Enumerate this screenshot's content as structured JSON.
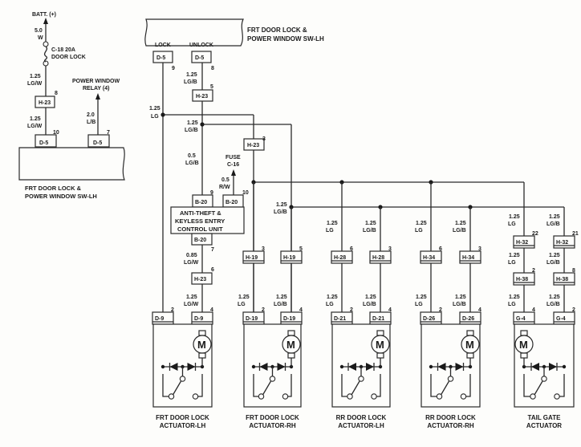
{
  "left_panel": {
    "battery_label": "BATT. (+)",
    "batt_wire": {
      "size": "5.0",
      "color": "W"
    },
    "fuse": {
      "id": "C-18 20A",
      "name": "DOOR LOCK"
    },
    "wire_1": {
      "size": "1.25",
      "color": "LG/W"
    },
    "connector_h23": {
      "label": "H-23",
      "pin": "8"
    },
    "wire_2": {
      "size": "1.25",
      "color": "LG/W"
    },
    "relay_label_1": "POWER WINDOW",
    "relay_label_2": "RELAY (4)",
    "relay_wire": {
      "size": "2.0",
      "color": "L/B"
    },
    "conn_d5_a": {
      "label": "D-5",
      "pin": "10"
    },
    "conn_d5_b": {
      "label": "D-5",
      "pin": "7"
    },
    "switch_name_1": "FRT DOOR LOCK &",
    "switch_name_2": "POWER WINDOW SW-LH"
  },
  "main": {
    "switch_name_1": "FRT DOOR LOCK &",
    "switch_name_2": "POWER WINDOW SW-LH",
    "lock_label": "LOCK",
    "unlock_label": "UNLOCK",
    "lock_conn": {
      "label": "D-5",
      "pin": "9"
    },
    "unlock_conn": {
      "label": "D-5",
      "pin": "8"
    },
    "unlock_wire": {
      "size": "1.25",
      "color": "LG/B"
    },
    "h23_unlock": {
      "label": "H-23",
      "pin": "5"
    },
    "lg_bus": {
      "size": "1.25",
      "color": "LG"
    },
    "lgb_bus": {
      "size": "1.25",
      "color": "LG/B"
    },
    "h23_lg": {
      "label": "H-23",
      "pin": "3"
    },
    "ecu_wire": {
      "size": "0.5",
      "color": "LG/B"
    },
    "fuse_label_1": "FUSE",
    "fuse_label_2": "C-16",
    "fuse_wire": {
      "size": "0.5",
      "color": "R/W"
    },
    "b20_a": {
      "label": "B-20",
      "pin": "9"
    },
    "b20_b": {
      "label": "B-20",
      "pin": "10"
    },
    "ecu_name_1": "ANTI-THEFT &",
    "ecu_name_2": "KEYLESS ENTRY",
    "ecu_name_3": "CONTROL UNIT",
    "b20_c": {
      "label": "B-20",
      "pin": "7"
    },
    "ecu_out_wire": {
      "size": "0.85",
      "color": "LG/W"
    },
    "h23_c": {
      "label": "H-23",
      "pin": "6"
    },
    "ecu_out_wire_2": {
      "size": "1.25",
      "color": "LG/W"
    },
    "lgb_branch": {
      "size": "1.25",
      "color": "LG/B"
    }
  },
  "actuators": [
    {
      "name_1": "FRT DOOR LOCK",
      "name_2": "ACTUATOR-LH",
      "left": {
        "conn": "D-9",
        "pin": "2"
      },
      "right": {
        "conn": "D-9",
        "pin": "4"
      }
    },
    {
      "name_1": "FRT DOOR LOCK",
      "name_2": "ACTUATOR-RH",
      "h_left": {
        "conn": "H-19",
        "pin": "3"
      },
      "h_right": {
        "conn": "H-19",
        "pin": "5"
      },
      "w_left": {
        "size": "1.25",
        "color": "LG"
      },
      "w_right": {
        "size": "1.25",
        "color": "LG/B"
      },
      "left": {
        "conn": "D-19",
        "pin": "2"
      },
      "right": {
        "conn": "D-19",
        "pin": "4"
      }
    },
    {
      "name_1": "RR DOOR LOCK",
      "name_2": "ACTUATOR-LH",
      "w_top_left": {
        "size": "1.25",
        "color": "LG"
      },
      "w_top_right": {
        "size": "1.25",
        "color": "LG/B"
      },
      "h_left": {
        "conn": "H-28",
        "pin": "6"
      },
      "h_right": {
        "conn": "H-28",
        "pin": "3"
      },
      "w_left": {
        "size": "1.25",
        "color": "LG"
      },
      "w_right": {
        "size": "1.25",
        "color": "LG/B"
      },
      "left": {
        "conn": "D-21",
        "pin": "2"
      },
      "right": {
        "conn": "D-21",
        "pin": "4"
      }
    },
    {
      "name_1": "RR DOOR LOCK",
      "name_2": "ACTUATOR-RH",
      "w_top_left": {
        "size": "1.25",
        "color": "LG"
      },
      "w_top_right": {
        "size": "1.25",
        "color": "LG/B"
      },
      "h_left": {
        "conn": "H-34",
        "pin": "6"
      },
      "h_right": {
        "conn": "H-34",
        "pin": "3"
      },
      "w_left": {
        "size": "1.25",
        "color": "LG"
      },
      "w_right": {
        "size": "1.25",
        "color": "LG/B"
      },
      "left": {
        "conn": "D-26",
        "pin": "2"
      },
      "right": {
        "conn": "D-26",
        "pin": "4"
      }
    },
    {
      "name_1": "TAIL GATE",
      "name_2": "ACTUATOR",
      "w_top_left": {
        "size": "1.25",
        "color": "LG"
      },
      "w_top_right": {
        "size": "1.25",
        "color": "LG/B"
      },
      "h_left": {
        "conn": "H-32",
        "pin": "22"
      },
      "h_right": {
        "conn": "H-32",
        "pin": "21"
      },
      "w_mid_left": {
        "size": "1.25",
        "color": "LG"
      },
      "w_mid_right": {
        "size": "1.25",
        "color": "LG/B"
      },
      "h2_left": {
        "conn": "H-38",
        "pin": "2"
      },
      "h2_right": {
        "conn": "H-38",
        "pin": "8"
      },
      "w_left": {
        "size": "1.25",
        "color": "LG"
      },
      "w_right": {
        "size": "1.25",
        "color": "LG/B"
      },
      "left": {
        "conn": "G-4",
        "pin": "4"
      },
      "right": {
        "conn": "G-4",
        "pin": "2"
      }
    }
  ],
  "motor_label": "M"
}
